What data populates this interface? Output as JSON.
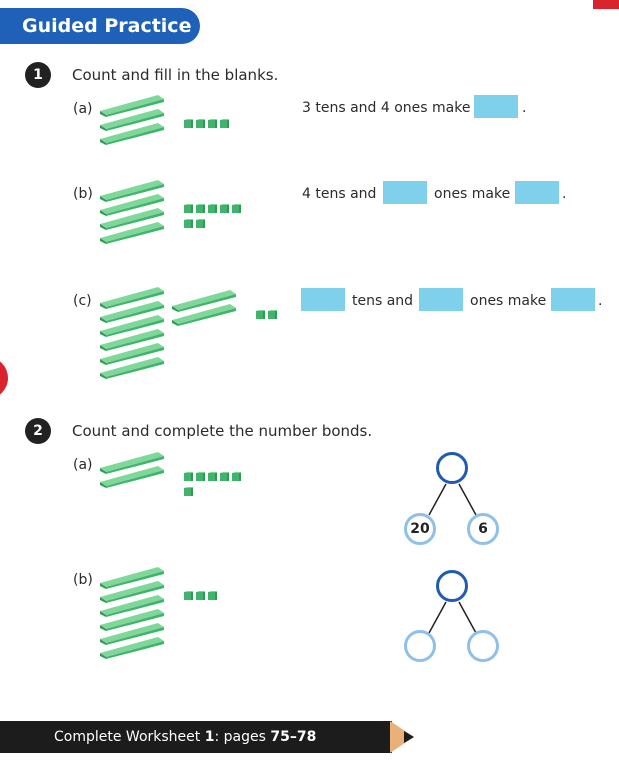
{
  "header": {
    "title": "Guided Practice"
  },
  "q1": {
    "number": "1",
    "instruction": "Count and fill in the blanks.",
    "a": {
      "label": "(a)",
      "text1": "3 tens and 4 ones make",
      "end": "."
    },
    "b": {
      "label": "(b)",
      "text1": "4 tens and",
      "text2": "ones make",
      "end": "."
    },
    "c": {
      "label": "(c)",
      "text1": "tens and",
      "text2": "ones make",
      "end": "."
    }
  },
  "q2": {
    "number": "2",
    "instruction": "Count and complete the number bonds.",
    "a": {
      "label": "(a)",
      "left": "20",
      "right": "6"
    },
    "b": {
      "label": "(b)"
    }
  },
  "footer": {
    "prefix": "Complete Worksheet ",
    "worksheet": "1",
    "mid": ": pages ",
    "pages": "75–78"
  },
  "colors": {
    "banner": "#1f61b8",
    "answer_box": "#7fd0ea",
    "block_green": "#3fb46a",
    "accent_red": "#d9232d"
  }
}
